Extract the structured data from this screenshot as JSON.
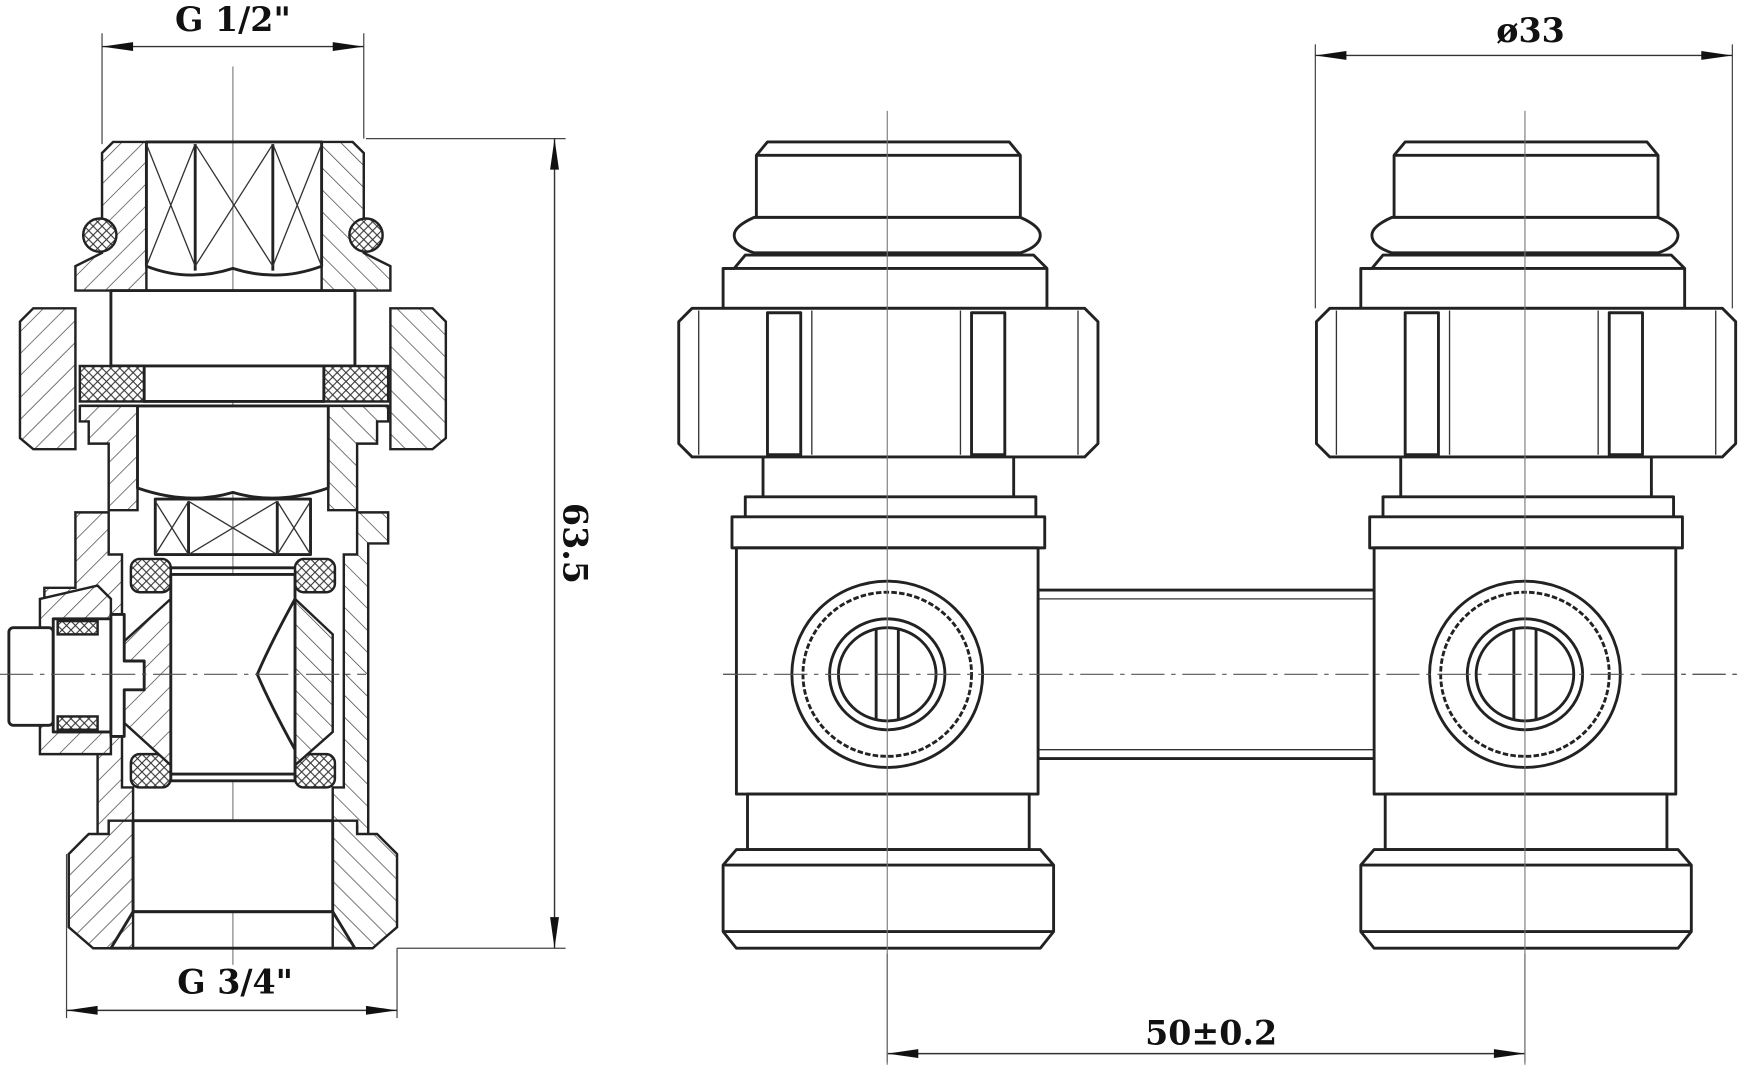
{
  "drawing": {
    "type": "technical-drawing",
    "subject": "H-block radiator valve connector (two valve bodies joined by bridge pipe)",
    "views": [
      {
        "name": "section-view",
        "position": "left",
        "description": "Cross-section of valve body with hatched walls, seals and ball"
      },
      {
        "name": "front-view",
        "position": "right",
        "description": "Front elevation of two valve bodies connected by a pipe, each with slotted adjustment screw"
      }
    ],
    "colors": {
      "line": "#222222",
      "background": "#ffffff",
      "text": "#111111"
    }
  },
  "dimensions": {
    "top_thread": "G 1/2\"",
    "bottom_thread": "G 3/4\"",
    "height": "63.5",
    "diameter": "ø33",
    "center_distance": "50±0.2"
  }
}
